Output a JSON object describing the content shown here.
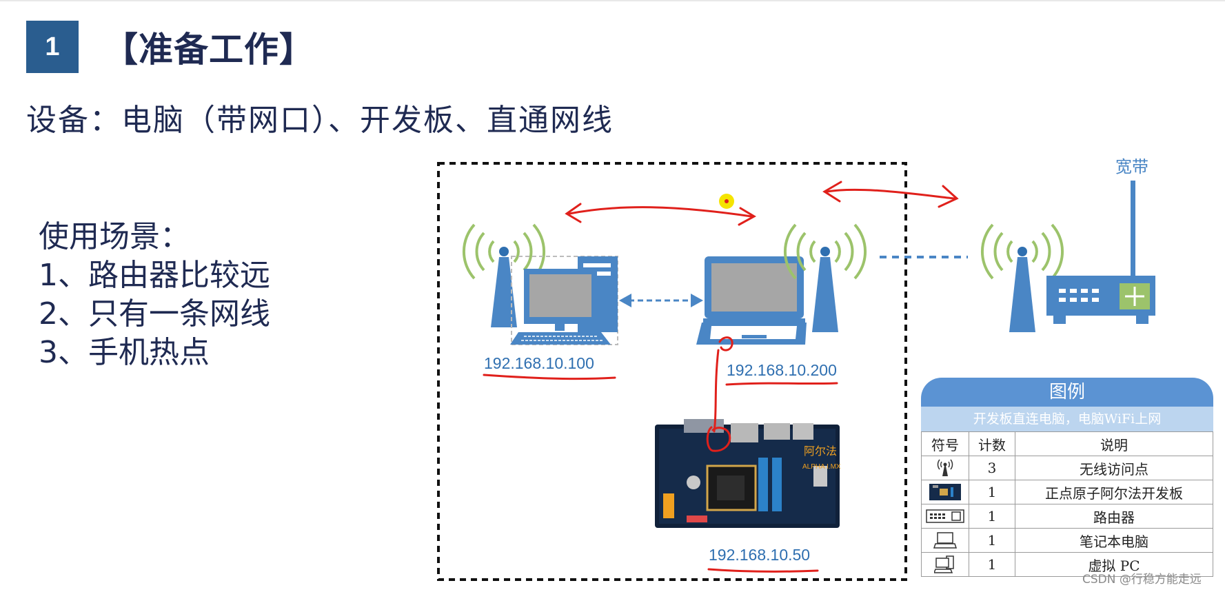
{
  "header": {
    "number": "1",
    "title": "【准备工作】",
    "equipment": "设备：电脑（带网口）、开发板、直通网线"
  },
  "scenarios": {
    "heading": "使用场景：",
    "items": [
      "1、路由器比较远",
      "2、只有一条网线",
      "3、手机热点"
    ]
  },
  "diagram": {
    "ip_pc": "192.168.10.100",
    "ip_laptop": "192.168.10.200",
    "ip_board": "192.168.10.50",
    "broadband_label": "宽带",
    "board_brand": "阿尔法",
    "board_model": "ALPHA I.MX",
    "colors": {
      "device_blue": "#4a86c5",
      "wifi_green": "#9cc36b",
      "annotation_red": "#e0201b",
      "highlight_yellow": "#f5e400"
    }
  },
  "legend": {
    "title": "图例",
    "subtitle": "开发板直连电脑，电脑WiFi上网",
    "columns": [
      "符号",
      "计数",
      "说明"
    ],
    "rows": [
      {
        "icon": "wifi-ap-icon",
        "count": "3",
        "desc": "无线访问点"
      },
      {
        "icon": "dev-board-icon",
        "count": "1",
        "desc": "正点原子阿尔法开发板"
      },
      {
        "icon": "router-icon",
        "count": "1",
        "desc": "路由器"
      },
      {
        "icon": "laptop-icon",
        "count": "1",
        "desc": "笔记本电脑"
      },
      {
        "icon": "pc-icon",
        "count": "1",
        "desc": "虚拟 PC"
      }
    ]
  },
  "watermark": "CSDN @行稳方能走远"
}
